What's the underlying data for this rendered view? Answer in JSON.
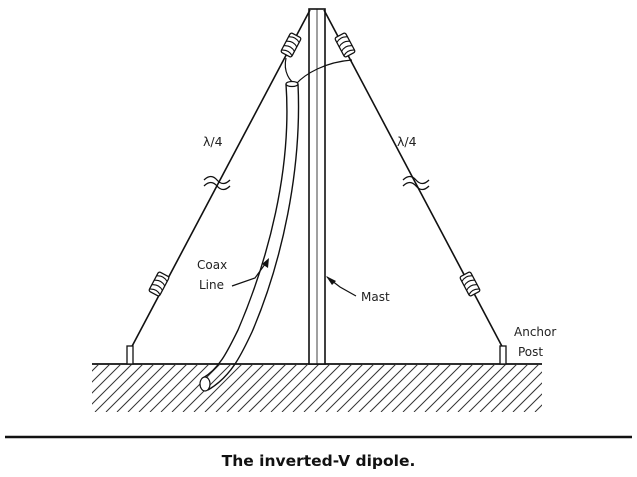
{
  "labels": {
    "left_element": "λ/4",
    "right_element": "λ/4",
    "coax_line": [
      "Coax",
      "Line"
    ],
    "mast": "Mast",
    "anchor_post": [
      "Anchor",
      "Post"
    ]
  },
  "caption": "The inverted-V dipole."
}
